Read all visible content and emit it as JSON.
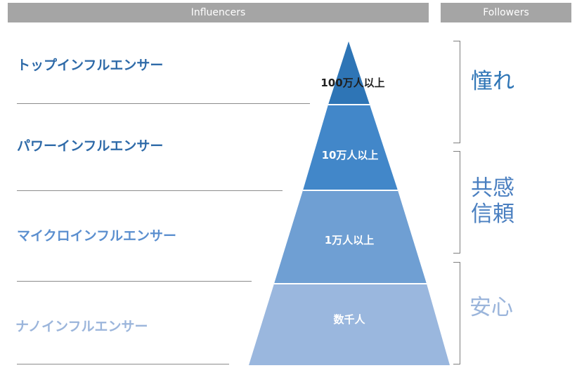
{
  "header": {
    "influencers": "Influencers",
    "followers": "Followers"
  },
  "tiers": [
    {
      "label": "トップインフルエンサー",
      "followers": "100万人以上",
      "color": "#2e75b6",
      "label_color": "#2e6aa8",
      "text_color": "#1f1f1f"
    },
    {
      "label": "パワーインフルエンサー",
      "followers": "10万人以上",
      "color": "#4287c9",
      "label_color": "#2e6aa8",
      "text_color": "#ffffff"
    },
    {
      "label": "マイクロインフルエンサー",
      "followers": "1万人以上",
      "color": "#6f9fd3",
      "label_color": "#5b8fcf",
      "text_color": "#ffffff"
    },
    {
      "label": "ナノインフルエンサー",
      "followers": "数千人",
      "color": "#9ab7de",
      "label_color": "#9bb5db",
      "text_color": "#ffffff"
    }
  ],
  "follower_groups": [
    {
      "lines": [
        "憧れ"
      ],
      "color": "#2e75b6"
    },
    {
      "lines": [
        "共感",
        "信頼"
      ],
      "color": "#4a7fc0"
    },
    {
      "lines": [
        "安心"
      ],
      "color": "#9bb5db"
    }
  ]
}
